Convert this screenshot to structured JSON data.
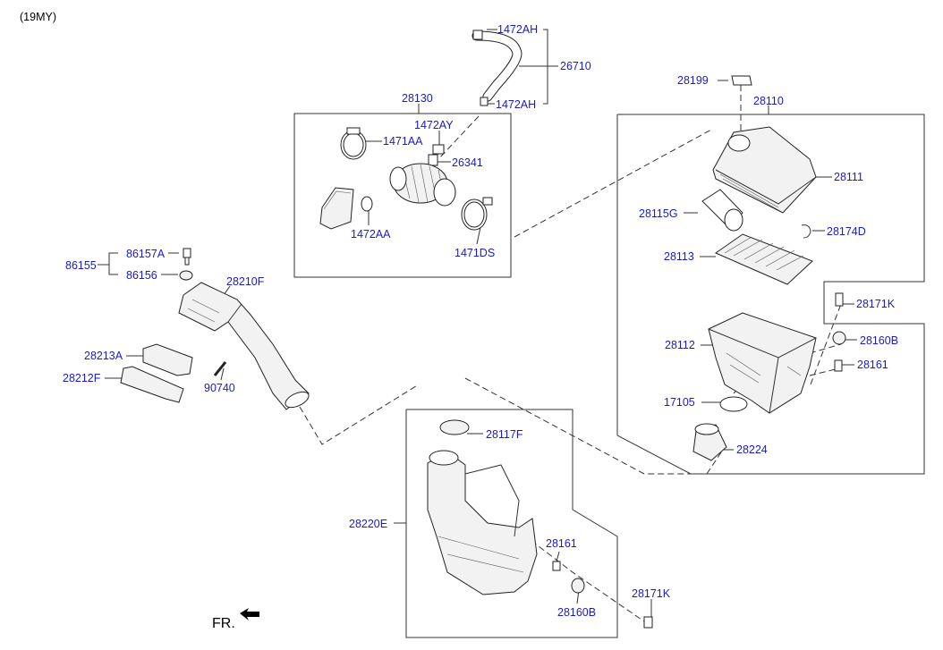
{
  "model_year": "(19MY)",
  "direction_label": "FR.",
  "labels": {
    "p1472AH_top": "1472AH",
    "p26710": "26710",
    "p1472AH_bot": "1472AH",
    "p28130": "28130",
    "p1472AY": "1472AY",
    "p1471AA": "1471AA",
    "p26341": "26341",
    "p1472AA": "1472AA",
    "p1471DS": "1471DS",
    "p28199": "28199",
    "p28110": "28110",
    "p28111": "28111",
    "p28115G": "28115G",
    "p28174D": "28174D",
    "p28113": "28113",
    "p28171K_r": "28171K",
    "p28112": "28112",
    "p28160B_r": "28160B",
    "p28161_r": "28161",
    "p17105": "17105",
    "p28224": "28224",
    "p86157A": "86157A",
    "p86155": "86155",
    "p86156": "86156",
    "p28210F": "28210F",
    "p28213A": "28213A",
    "p28212F": "28212F",
    "p90740": "90740",
    "p28117F": "28117F",
    "p28220E": "28220E",
    "p28161_b": "28161",
    "p28160B_b": "28160B",
    "p28171K_b": "28171K"
  }
}
